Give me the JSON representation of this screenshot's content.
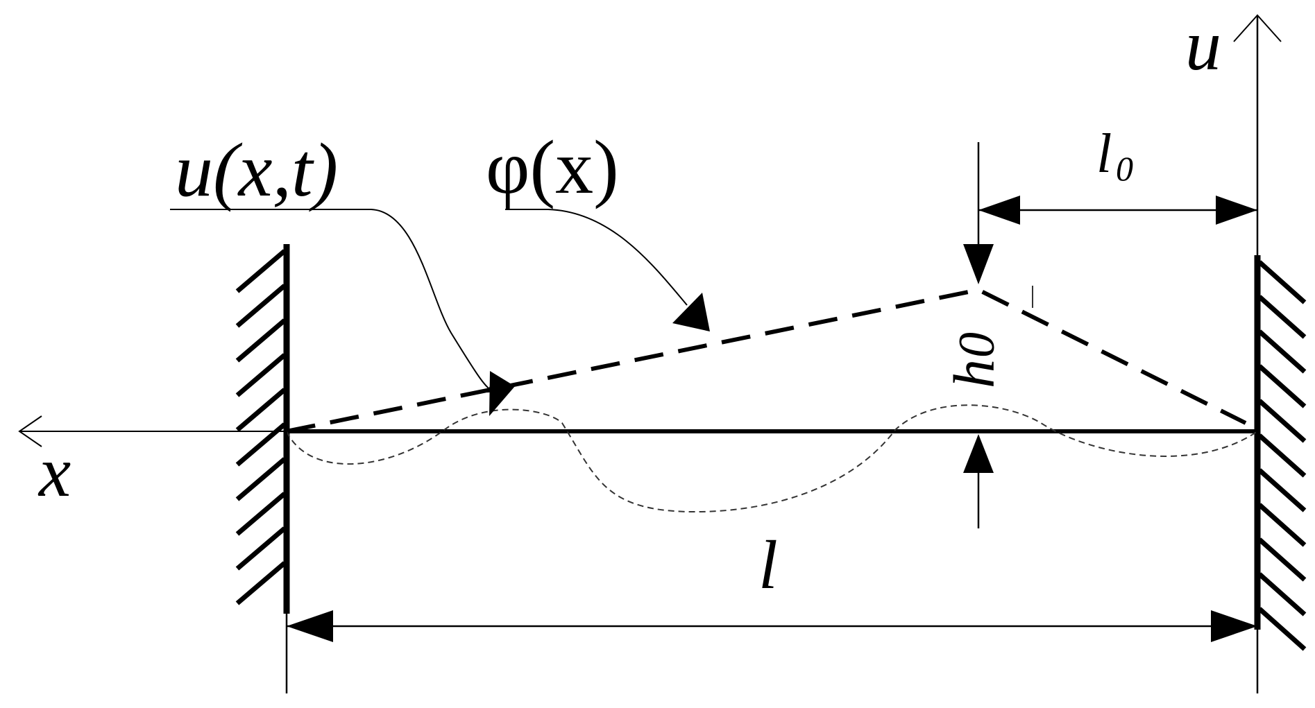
{
  "labels": {
    "u_axis": "u",
    "x_axis": "x",
    "u_xt": "u(x,t)",
    "phi_x": "φ(x)",
    "l0_main": "l",
    "l0_sub": "0",
    "h0_main": "h",
    "h0_sub": "0",
    "l": "l"
  },
  "colors": {
    "ink": "#000000",
    "thin": "#333333",
    "background": "#ffffff"
  }
}
